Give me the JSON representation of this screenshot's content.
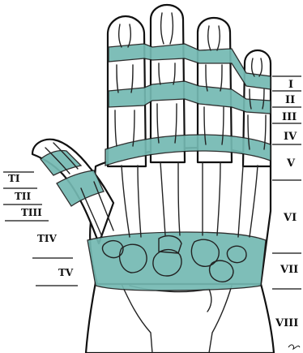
{
  "zone_color": "#74b9b2",
  "finger_zones": [
    {
      "id": "I",
      "label": "I"
    },
    {
      "id": "II",
      "label": "II"
    },
    {
      "id": "III",
      "label": "III"
    },
    {
      "id": "IV",
      "label": "IV"
    },
    {
      "id": "V",
      "label": "V"
    },
    {
      "id": "VI",
      "label": "VI"
    },
    {
      "id": "VII",
      "label": "VII"
    },
    {
      "id": "VIII",
      "label": "VIII"
    }
  ],
  "thumb_zones": [
    {
      "id": "TI",
      "label": "TI"
    },
    {
      "id": "TII",
      "label": "TII"
    },
    {
      "id": "TIII",
      "label": "TIII"
    },
    {
      "id": "TIV",
      "label": "TIV"
    },
    {
      "id": "TV",
      "label": "TV"
    }
  ]
}
